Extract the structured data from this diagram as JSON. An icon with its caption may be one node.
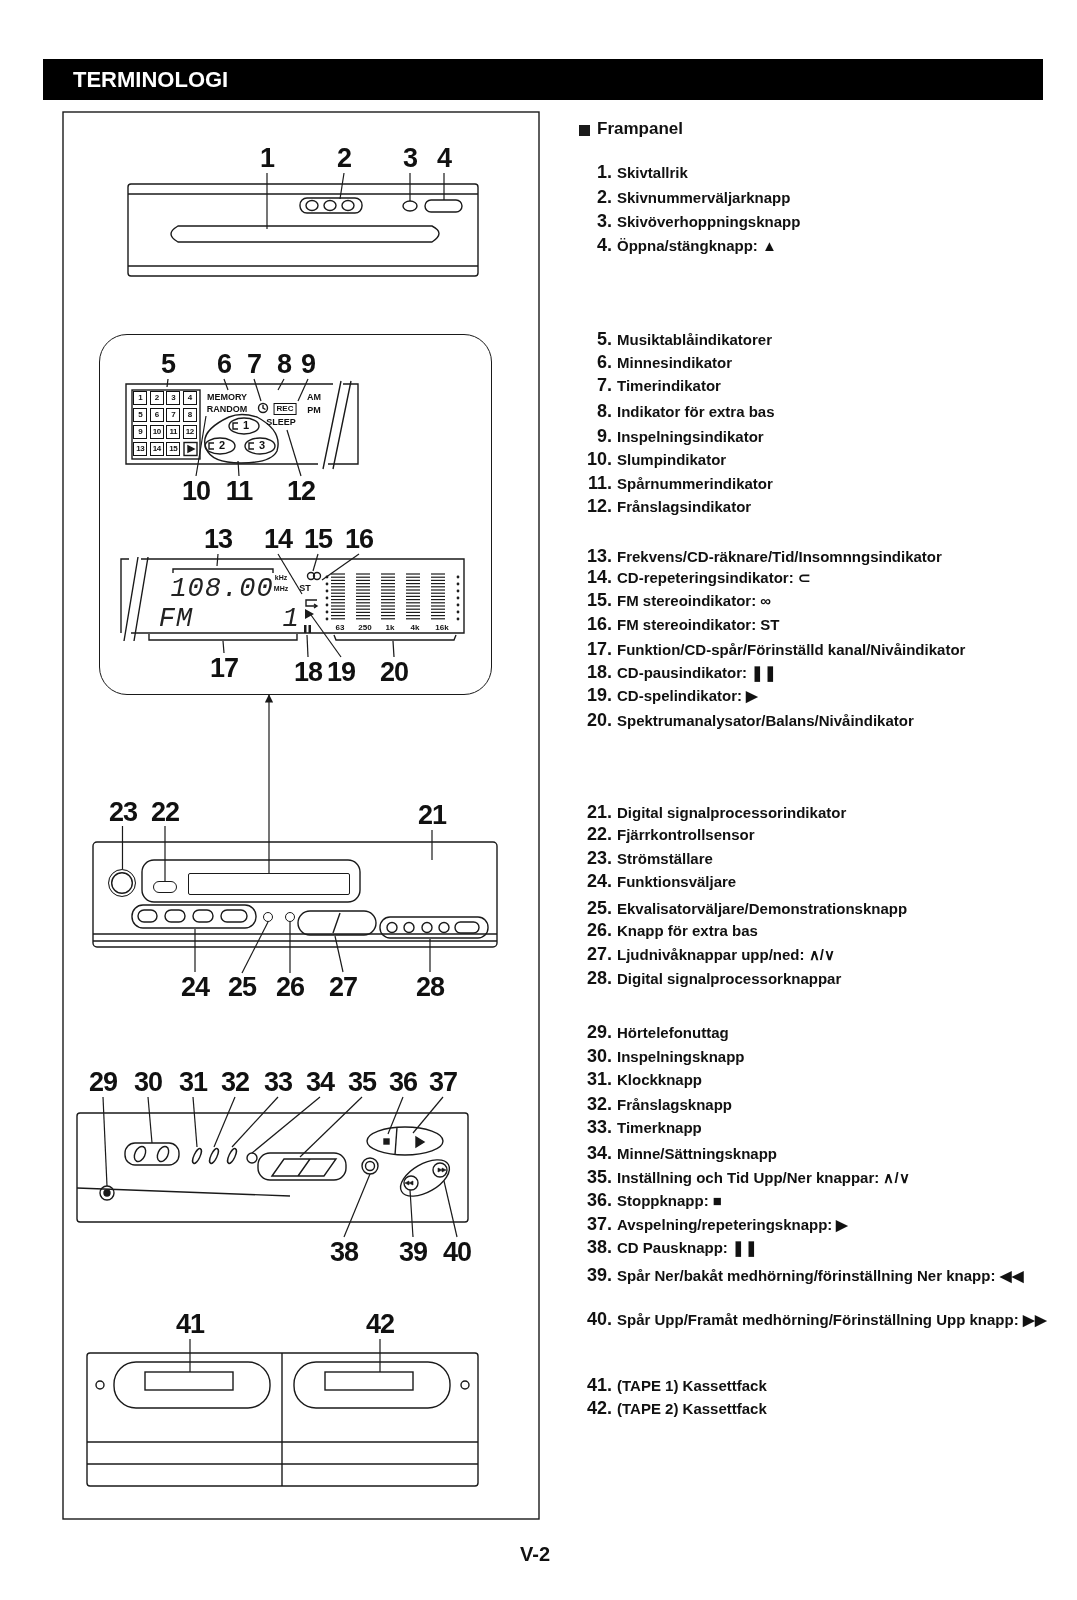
{
  "diagram": {
    "title": "TERMINOLOGI",
    "nodes": [
      {
        "text": [],
        "shape": "picture"
      },
      {
        "text": [
          "1"
        ]
      },
      {
        "text": [
          "2"
        ]
      },
      {
        "text": [
          "3"
        ]
      },
      {
        "text": [
          "4"
        ]
      },
      {
        "text": [],
        "shape": "box"
      },
      {
        "text": [],
        "shape": "picture",
        "in": 5
      },
      {
        "text": [
          "5"
        ],
        "in": 5
      },
      {
        "text": [
          "6"
        ],
        "in": 5
      },
      {
        "text": [
          "7"
        ],
        "in": 5
      },
      {
        "text": [
          "8"
        ],
        "in": 5
      },
      {
        "text": [
          "9"
        ],
        "in": 5
      },
      {
        "text": [
          "10"
        ],
        "in": 5
      },
      {
        "text": [
          "11"
        ],
        "in": 5
      },
      {
        "text": [
          "12"
        ],
        "in": 5
      },
      {
        "text": [],
        "shape": "picture",
        "in": 5
      },
      {
        "text": [
          "13"
        ],
        "in": 5
      },
      {
        "text": [
          "14"
        ],
        "in": 5
      },
      {
        "text": [
          "15"
        ],
        "in": 5
      },
      {
        "text": [
          "16"
        ],
        "in": 5
      },
      {
        "text": [
          "17"
        ],
        "in": 5
      },
      {
        "text": [
          "18"
        ],
        "in": 5
      },
      {
        "text": [
          "19"
        ],
        "in": 5
      },
      {
        "text": [
          "20"
        ],
        "in": 5
      },
      {
        "text": [
          "21"
        ]
      },
      {
        "text": [
          "22"
        ]
      },
      {
        "text": [
          "23"
        ]
      },
      {
        "text": [],
        "shape": "picture"
      },
      {
        "text": [],
        "shape": "box",
        "in": 27
      },
      {
        "text": [
          "24"
        ]
      },
      {
        "text": [
          "25"
        ]
      },
      {
        "text": [
          "26"
        ]
      },
      {
        "text": [
          "27"
        ]
      },
      {
        "text": [
          "28"
        ]
      },
      {
        "text": [
          "29"
        ]
      },
      {
        "text": [
          "30"
        ]
      },
      {
        "text": [
          "31"
        ]
      },
      {
        "text": [
          "32"
        ]
      },
      {
        "text": [
          "33"
        ]
      },
      {
        "text": [
          "34"
        ]
      },
      {
        "text": [
          "35"
        ]
      },
      {
        "text": [
          "36"
        ]
      },
      {
        "text": [
          "37"
        ]
      },
      {
        "text": [],
        "shape": "picture"
      },
      {
        "text": [
          "38"
        ]
      },
      {
        "text": [
          "39"
        ]
      },
      {
        "text": [
          "40"
        ]
      },
      {
        "text": [
          "41"
        ]
      },
      {
        "text": [
          "42"
        ]
      },
      {
        "text": [],
        "shape": "picture"
      },
      {
        "text": [],
        "shape": "circle",
        "in": 27
      },
      {
        "text": [],
        "shape": "box",
        "in": 27
      },
      {
        "text": [],
        "shape": "circle",
        "in": 27
      },
      {
        "text": [],
        "shape": "circle",
        "in": 27
      }
    ],
    "edges": [
      {
        "from": 1,
        "to": 0,
        "arrow": "none"
      },
      {
        "from": 2,
        "to": 0,
        "arrow": "none"
      },
      {
        "from": 3,
        "to": 0,
        "arrow": "none"
      },
      {
        "from": 4,
        "to": 0,
        "arrow": "none"
      },
      {
        "from": 7,
        "to": 6,
        "arrow": "none"
      },
      {
        "from": 8,
        "to": 6,
        "arrow": "none"
      },
      {
        "from": 9,
        "to": 6,
        "arrow": "none"
      },
      {
        "from": 10,
        "to": 6,
        "arrow": "none"
      },
      {
        "from": 11,
        "to": 6,
        "arrow": "none"
      },
      {
        "from": 12,
        "to": 6,
        "arrow": "none"
      },
      {
        "from": 13,
        "to": 6,
        "arrow": "none"
      },
      {
        "from": 14,
        "to": 6,
        "arrow": "none"
      },
      {
        "from": 16,
        "to": 15,
        "arrow": "none"
      },
      {
        "from": 17,
        "to": 15,
        "arrow": "none"
      },
      {
        "from": 18,
        "to": 15,
        "arrow": "none"
      },
      {
        "from": 19,
        "to": 15,
        "arrow": "none"
      },
      {
        "from": 20,
        "to": 15,
        "arrow": "none"
      },
      {
        "from": 21,
        "to": 15,
        "arrow": "none"
      },
      {
        "from": 22,
        "to": 15,
        "arrow": "none"
      },
      {
        "from": 23,
        "to": 15,
        "arrow": "none"
      },
      {
        "from": 24,
        "to": 27,
        "arrow": "none"
      },
      {
        "from": 25,
        "to": 28,
        "arrow": "none"
      },
      {
        "from": 26,
        "to": 50,
        "arrow": "none"
      },
      {
        "from": 29,
        "to": 27,
        "arrow": "none"
      },
      {
        "from": 30,
        "to": 52,
        "arrow": "none"
      },
      {
        "from": 31,
        "to": 53,
        "arrow": "none"
      },
      {
        "from": 32,
        "to": 27,
        "arrow": "none"
      },
      {
        "from": 33,
        "to": 27,
        "arrow": "none"
      },
      {
        "from": 34,
        "to": 43,
        "arrow": "none"
      },
      {
        "from": 35,
        "to": 43,
        "arrow": "none"
      },
      {
        "from": 36,
        "to": 43,
        "arrow": "none"
      },
      {
        "from": 37,
        "to": 43,
        "arrow": "none"
      },
      {
        "from": 38,
        "to": 43,
        "arrow": "none"
      },
      {
        "from": 39,
        "to": 43,
        "arrow": "none"
      },
      {
        "from": 40,
        "to": 43,
        "arrow": "none"
      },
      {
        "from": 41,
        "to": 43,
        "arrow": "none"
      },
      {
        "from": 42,
        "to": 43,
        "arrow": "none"
      },
      {
        "from": 44,
        "to": 43,
        "arrow": "none"
      },
      {
        "from": 45,
        "to": 43,
        "arrow": "none"
      },
      {
        "from": 46,
        "to": 43,
        "arrow": "none"
      },
      {
        "from": 47,
        "to": 49,
        "arrow": "none"
      },
      {
        "from": 48,
        "to": 49,
        "arrow": "none"
      },
      {
        "from": 51,
        "to": 5,
        "arrow": "to"
      }
    ],
    "labels": [
      "1",
      "2",
      "3",
      "4",
      "5",
      "6",
      "7",
      "8",
      "9",
      "10",
      "11",
      "12",
      "13",
      "14",
      "15",
      "MEMORY",
      "AM",
      "RANDOM",
      "REC",
      "PM",
      "SLEEP",
      "1",
      "2",
      "3",
      "108.00",
      "FM",
      "1",
      "kHz",
      "MHz",
      "ST",
      "63",
      "250",
      "1k",
      "4k",
      "16k",
      "Frampanel",
      "1.",
      "Skivtallrik",
      "2.",
      "Skivnummerväljarknapp",
      "3.",
      "Skivöverhoppningsknapp",
      "4.",
      "Öppna/stängknapp: ▲",
      "5.",
      "Musiktablåindikatorer",
      "6.",
      "Minnesindikator",
      "7.",
      "Timerindikator",
      "8.",
      "Indikator för extra bas",
      "9.",
      "Inspelningsindikator",
      "10.",
      "Slumpindikator",
      "11.",
      "Spårnummerindikator",
      "12.",
      "Frånslagsindikator",
      "13.",
      "Frekvens/CD-räknare/Tid/Insomnngsindikator",
      "14.",
      "CD-repeteringsindikator: ⊂",
      "15.",
      "FM stereoindikator: ∞",
      "16.",
      "FM stereoindikator: ST",
      "17.",
      "Funktion/CD-spår/Förinställd kanal/Nivåindikator",
      "18.",
      "CD-pausindikator: ❚❚",
      "19.",
      "CD-spelindikator: ▶",
      "20.",
      "Spektrumanalysator/Balans/Nivåindikator",
      "21.",
      "Digital signalprocessorindikator",
      "22.",
      "Fjärrkontrollsensor",
      "23.",
      "Strömställare",
      "24.",
      "Funktionsväljare",
      "25.",
      "Ekvalisatorväljare/Demonstrationsknapp",
      "26.",
      "Knapp för extra bas",
      "27.",
      "Ljudnivåknappar upp/ned: ∧/∨",
      "28.",
      "Digital signalprocessorknappar",
      "29.",
      "Hörtelefonuttag",
      "30.",
      "Inspelningsknapp",
      "31.",
      "Klockknapp",
      "32.",
      "Frånslagsknapp",
      "33.",
      "Timerknapp",
      "34.",
      "Minne/Sättningsknapp",
      "35.",
      "Inställning och Tid Upp/Ner knappar: ∧/∨",
      "36.",
      "Stoppknapp: ■",
      "37.",
      "Avspelning/repeteringsknapp: ▶",
      "38.",
      "CD Pausknapp: ❚❚",
      "39.",
      "Spår Ner/bakåt medhörning/förinställning Ner knapp: ◀◀",
      "40.",
      "Spår Upp/Framåt medhörning/Förinställning Upp knapp: ▶▶",
      "41.",
      "(TAPE 1) Kassettfack",
      "42.",
      "(TAPE 2) Kassettfack",
      "V-2"
    ]
  }
}
